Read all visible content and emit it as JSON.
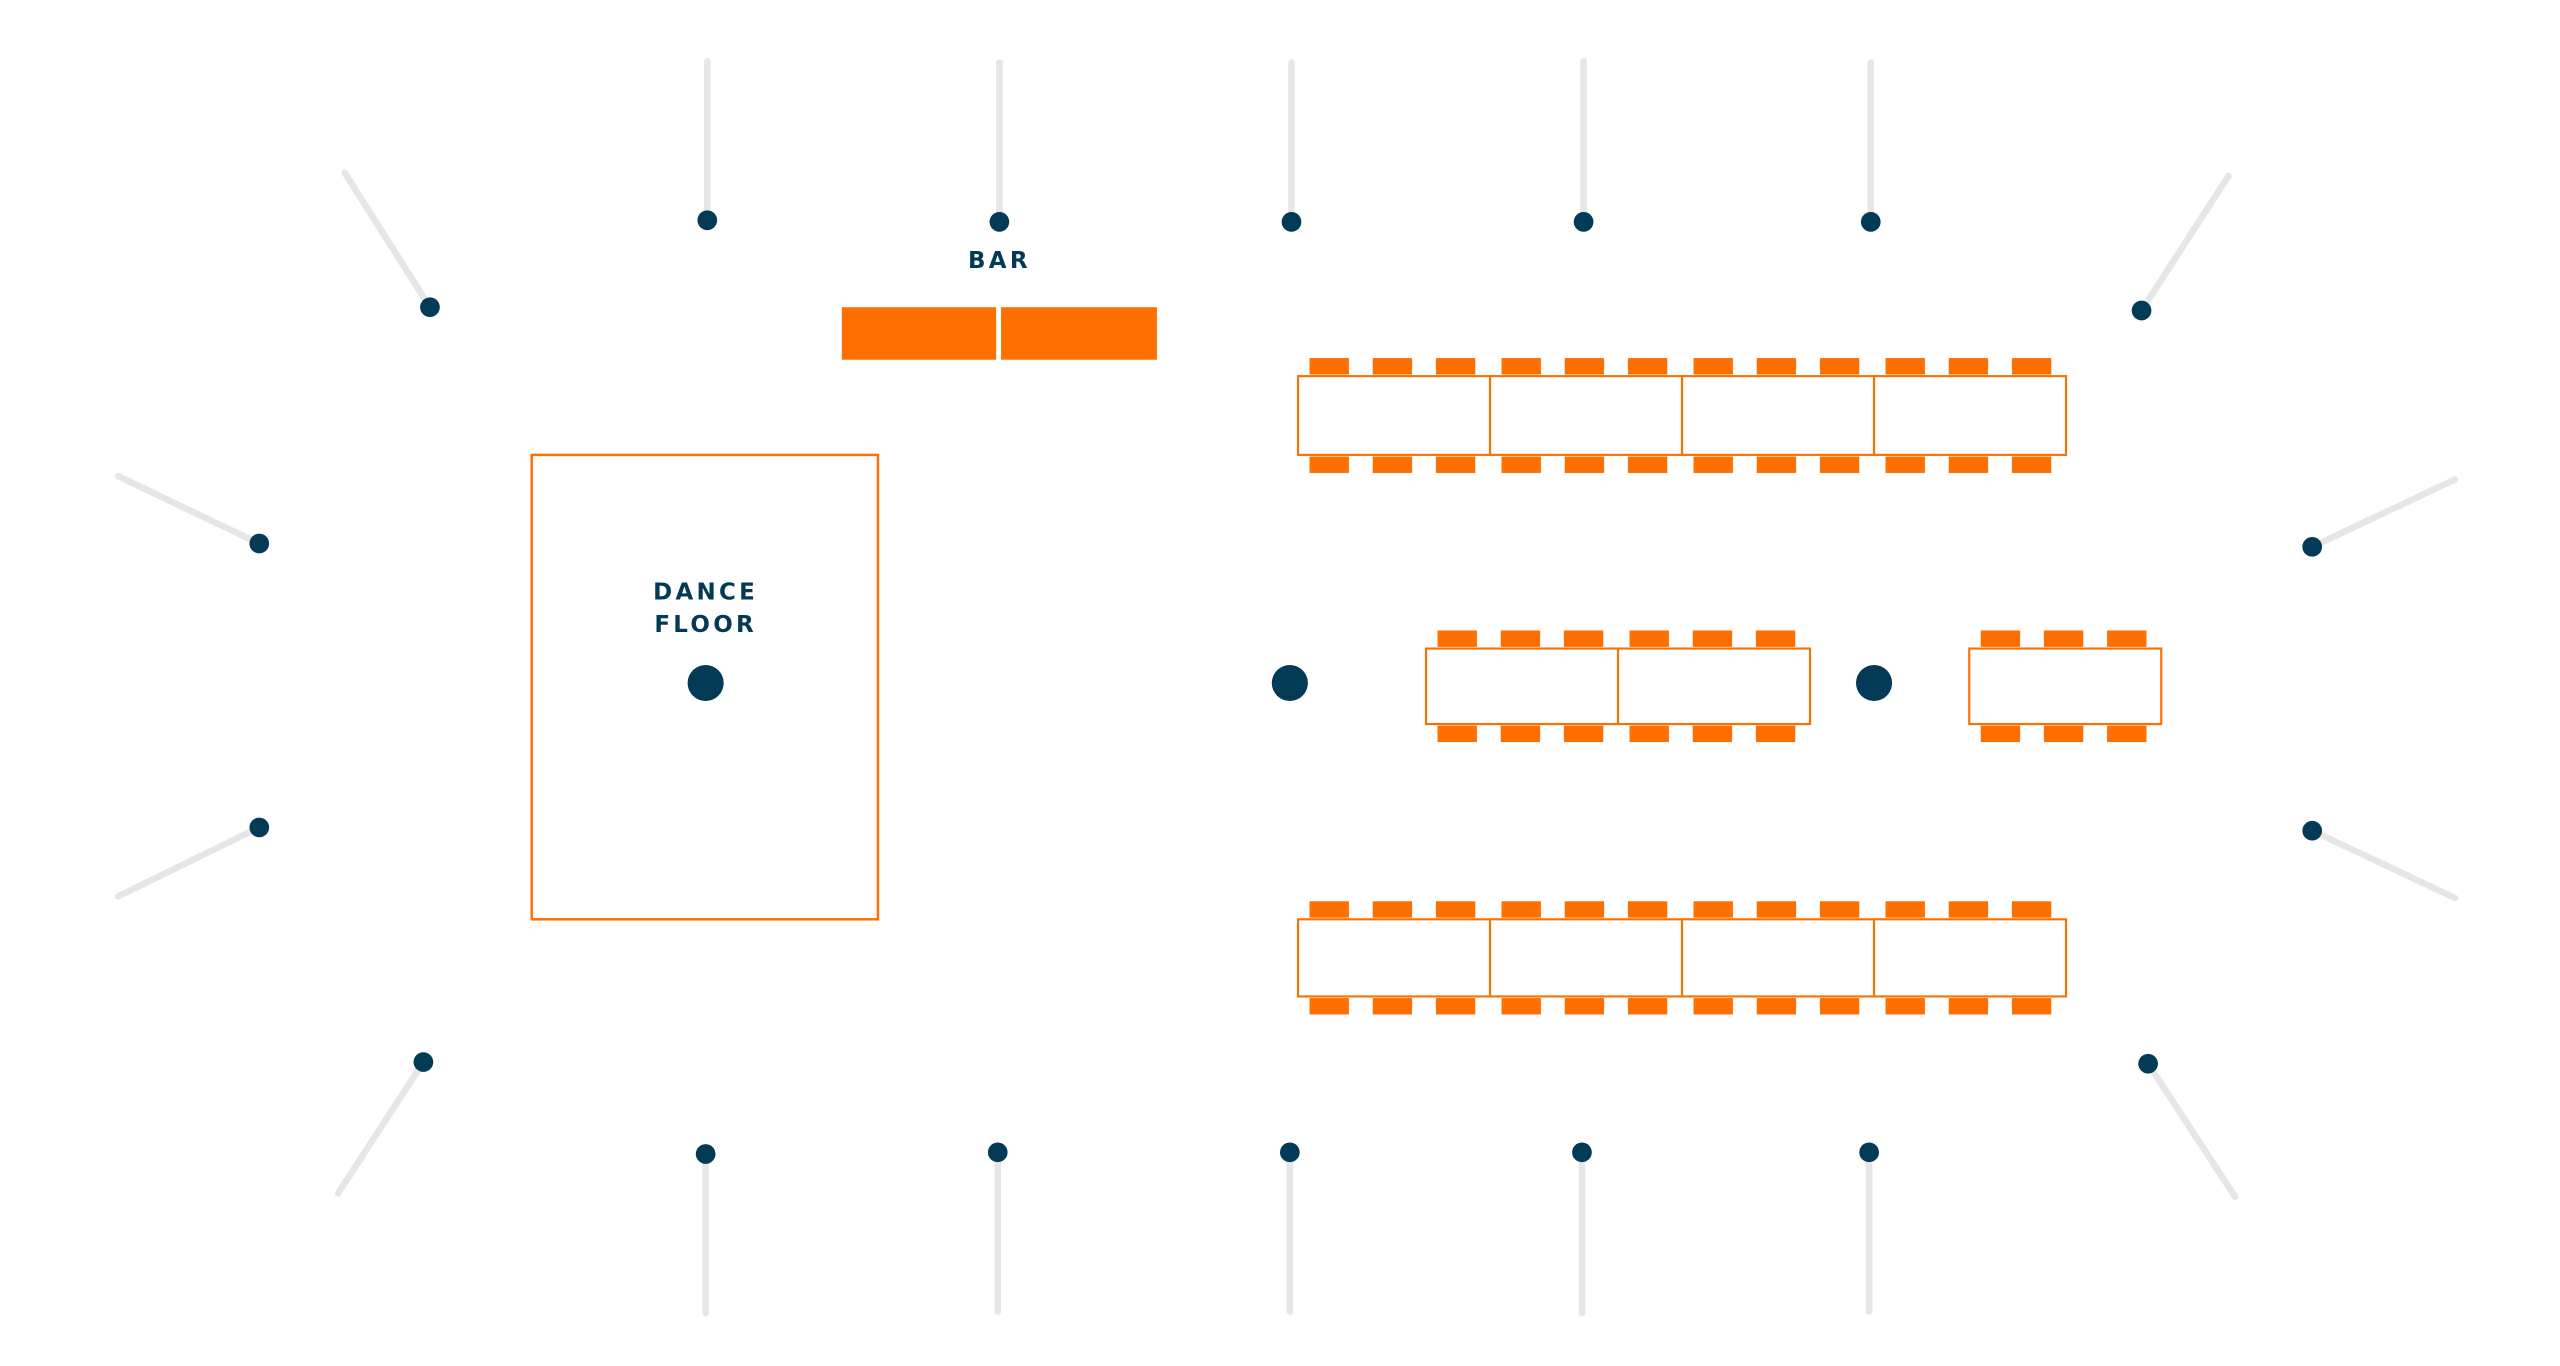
{
  "labels": {
    "bar": "BAR",
    "dance_floor_line1": "DANCE",
    "dance_floor_line2": "FLOOR"
  },
  "colors": {
    "accent": "#ff6f00",
    "marker": "#033a55",
    "rail": "#e6e6e6"
  },
  "tables": {
    "rows": [
      {
        "name": "top-banquet-row",
        "tables": 4,
        "chairs_per_side_per_table": 3
      },
      {
        "name": "middle-banquet-row",
        "tables": 2,
        "chairs_per_side_per_table": 3
      },
      {
        "name": "middle-right-table",
        "tables": 1,
        "chairs_per_side_per_table": 3
      },
      {
        "name": "bottom-banquet-row",
        "tables": 4,
        "chairs_per_side_per_table": 3
      }
    ]
  }
}
